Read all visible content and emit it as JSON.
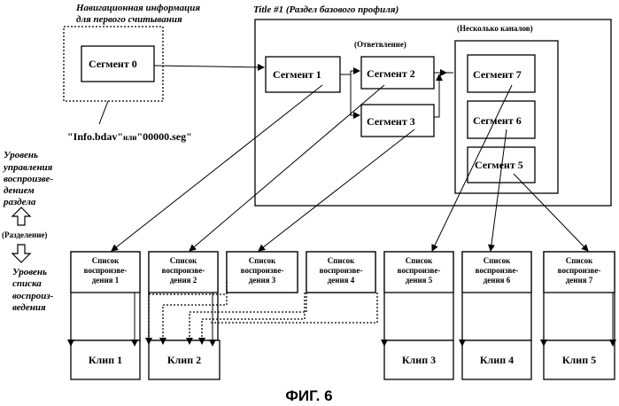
{
  "nav_info": {
    "line1": "Навигационная информация",
    "line2": "для первого считывания",
    "segment0": "Сегмент  0",
    "file_a": "\"Info.bdav\"",
    "file_or": "или",
    "file_b": "\"00000.seg\""
  },
  "title_block": {
    "title": "Title #1 (Раздел базового профиля)",
    "branch_label": "(Ответвление)",
    "multi_label": "(Несколько каналов)",
    "segments": {
      "s1": "Сегмент  1",
      "s2": "Сегмент  2",
      "s3": "Сегмент  3",
      "s7": "Сегмент  7",
      "s6": "Сегмент  6",
      "s5": "Сегмент 5"
    }
  },
  "left_labels": {
    "level_top": [
      "Уровень",
      "управления",
      "воспроизве-",
      "дением",
      "раздела"
    ],
    "separation": "(Разделение)",
    "level_bottom": [
      "Уровень",
      "списка",
      "воспроиз-",
      "ведения"
    ]
  },
  "playlists": [
    {
      "l1": "Список",
      "l2": "воспроизве-",
      "l3": "дения 1"
    },
    {
      "l1": "Список",
      "l2": "воспроизве-",
      "l3": "дения 2"
    },
    {
      "l1": "Список",
      "l2": "воспроизве-",
      "l3": "дения 3"
    },
    {
      "l1": "Список",
      "l2": "воспроизве-",
      "l3": "дения 4"
    },
    {
      "l1": "Список",
      "l2": "воспроизве-",
      "l3": "дения 5"
    },
    {
      "l1": "Список",
      "l2": "воспроизве-",
      "l3": "дения 6"
    },
    {
      "l1": "Список",
      "l2": "воспроизве-",
      "l3": "дения 7"
    }
  ],
  "clips": [
    "Клип 1",
    "Клип 2",
    "Клип 3",
    "Клип 4",
    "Клип 5"
  ],
  "figure_caption": "ФИГ. 6"
}
